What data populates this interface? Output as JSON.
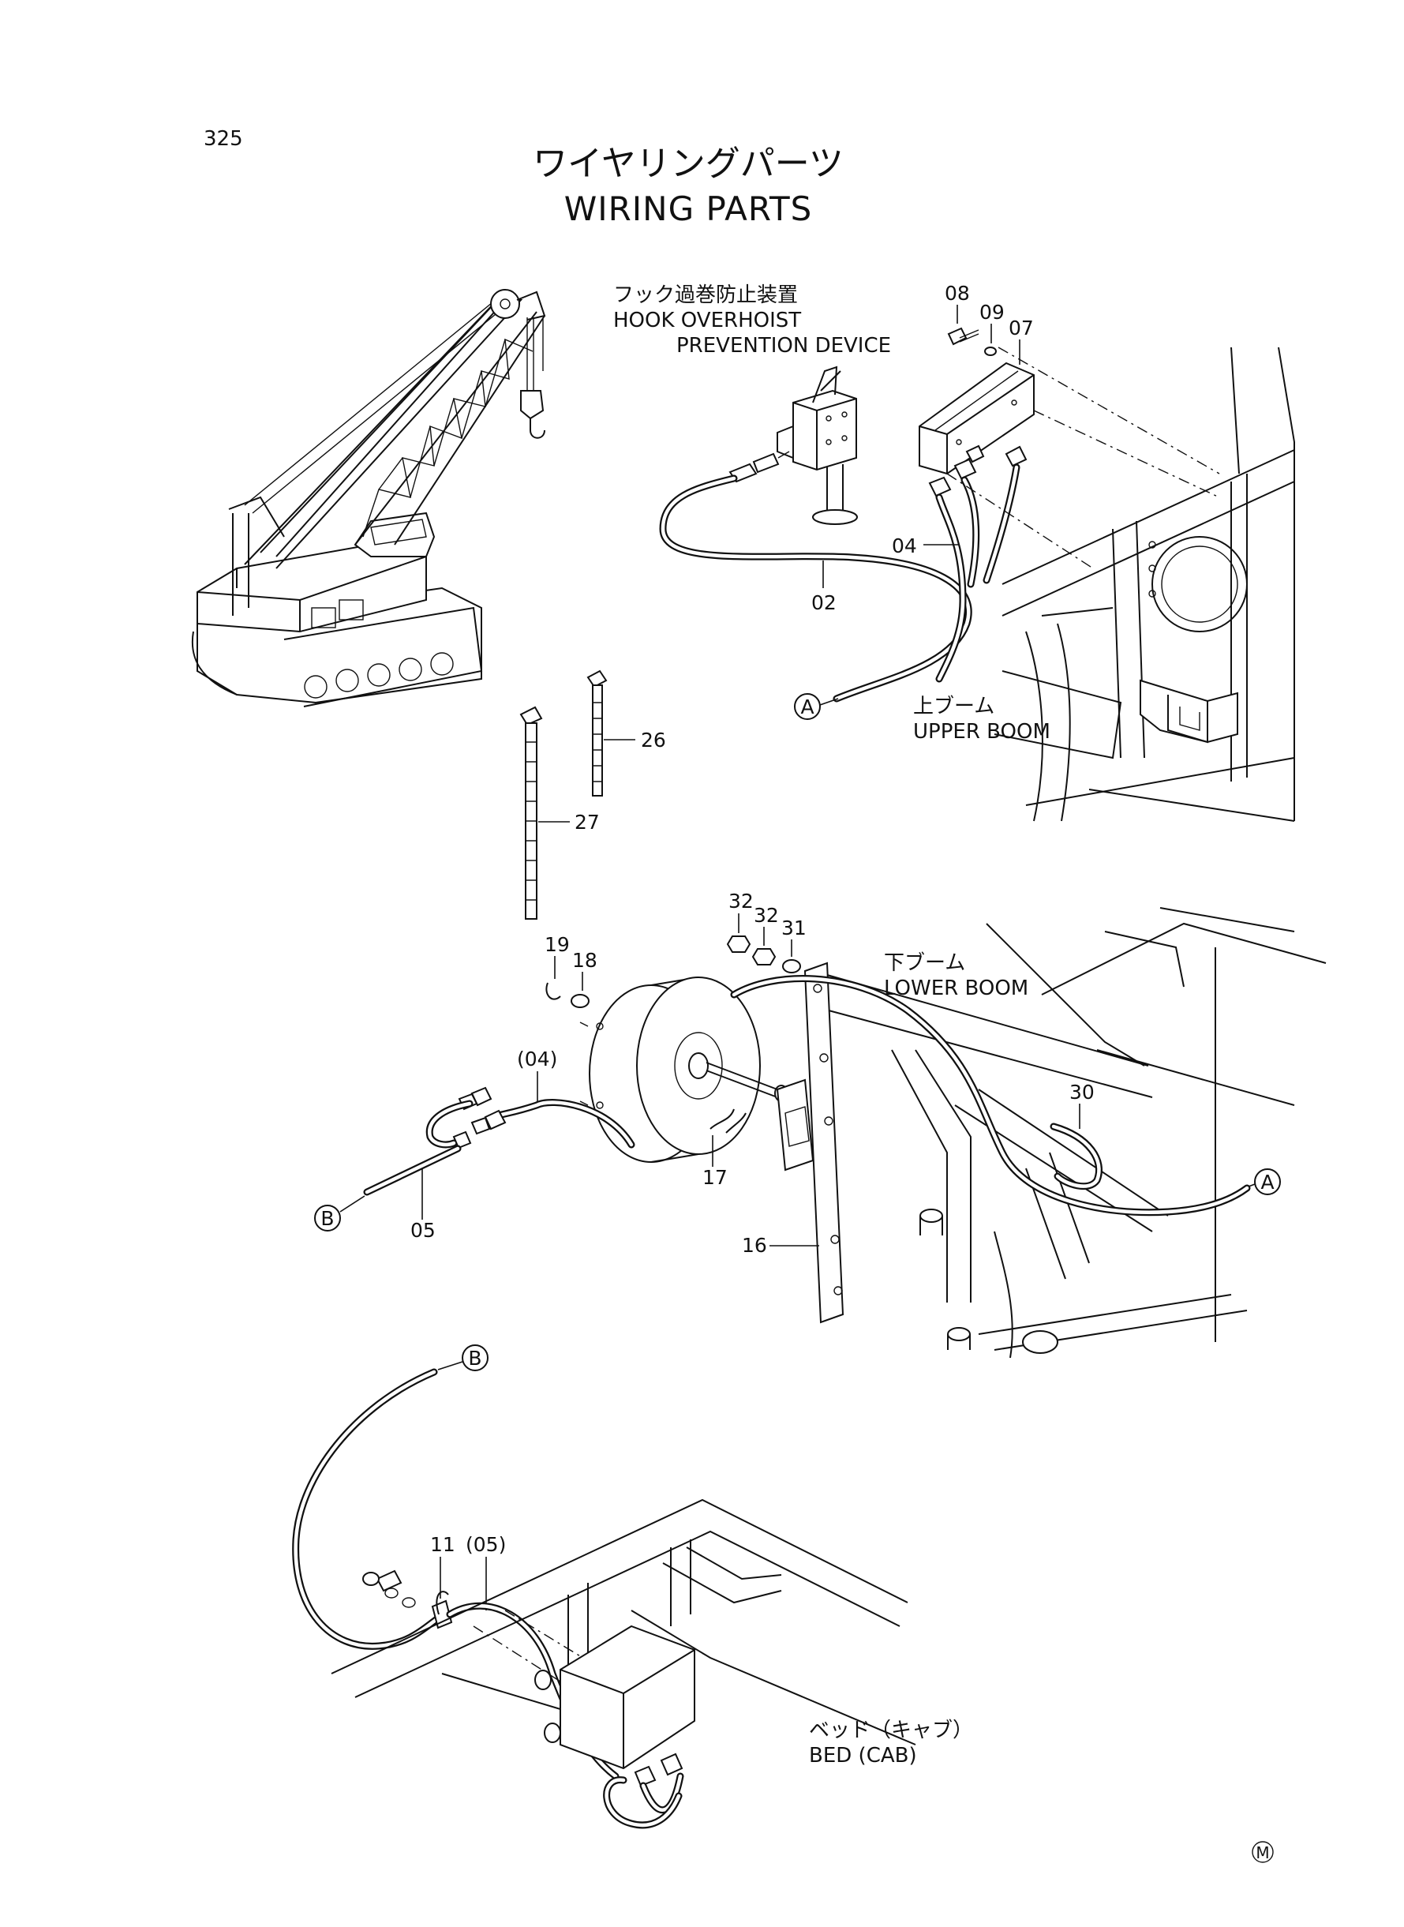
{
  "page_number": "325",
  "title_jp": "ワイヤリングパーツ",
  "title_en": "WIRING PARTS",
  "areas": {
    "hook_jp": "フック過巻防止装置",
    "hook_en_1": "HOOK OVERHOIST",
    "hook_en_2": "PREVENTION DEVICE",
    "upper_jp": "上ブーム",
    "upper_en": "UPPER BOOM",
    "lower_jp": "下ブーム",
    "lower_en": "LOWER BOOM",
    "bed_jp": "ベッド（キャブ）",
    "bed_en": "BED (CAB)"
  },
  "callouts": {
    "p02": "02",
    "p04": "04",
    "p04b": "(04)",
    "p05": "05",
    "p05b": "(05)",
    "p07": "07",
    "p08": "08",
    "p09": "09",
    "p11": "11",
    "p16": "16",
    "p17": "17",
    "p18": "18",
    "p19": "19",
    "p26": "26",
    "p27": "27",
    "p30": "30",
    "p31": "31",
    "p32a": "32",
    "p32b": "32"
  },
  "connectors": {
    "a": "A",
    "b": "B"
  },
  "mark": "M"
}
